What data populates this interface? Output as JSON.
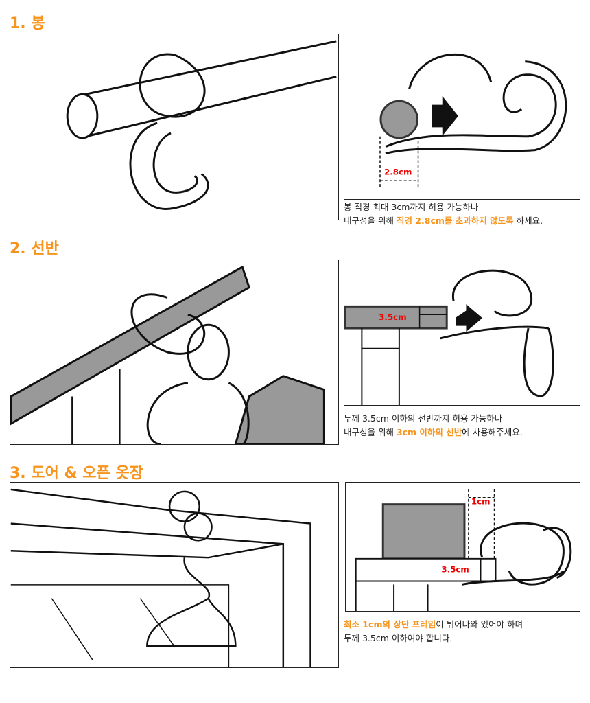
{
  "sections": [
    {
      "title": "1. 봉",
      "measure": "2.8cm",
      "caption_line1": "봉 직경 최대 3cm까지 허용 가능하나",
      "caption_line2_pre": "내구성을 위해 ",
      "caption_line2_hl": "직경 2.8cm를 초과하지 않도록",
      "caption_line2_post": " 하세요."
    },
    {
      "title": "2. 선반",
      "measure": "3.5cm",
      "caption_line1": "두께 3.5cm 이하의 선반까지 허용 가능하나",
      "caption_line2_pre": "내구성을 위해 ",
      "caption_line2_hl": "3cm 이하의 선반",
      "caption_line2_post": "에 사용해주세요."
    },
    {
      "title": "3. 도어 & 오픈 옷장",
      "measure_top": "1cm",
      "measure": "3.5cm",
      "caption_line1_hl": "최소 1cm의 상단 프레임",
      "caption_line1_post": "이 튀어나와 있어야 하며",
      "caption_line2": "두께 3.5cm 이하여야 합니다."
    }
  ],
  "colors": {
    "accent": "#f7941d",
    "measure": "#e00000"
  }
}
